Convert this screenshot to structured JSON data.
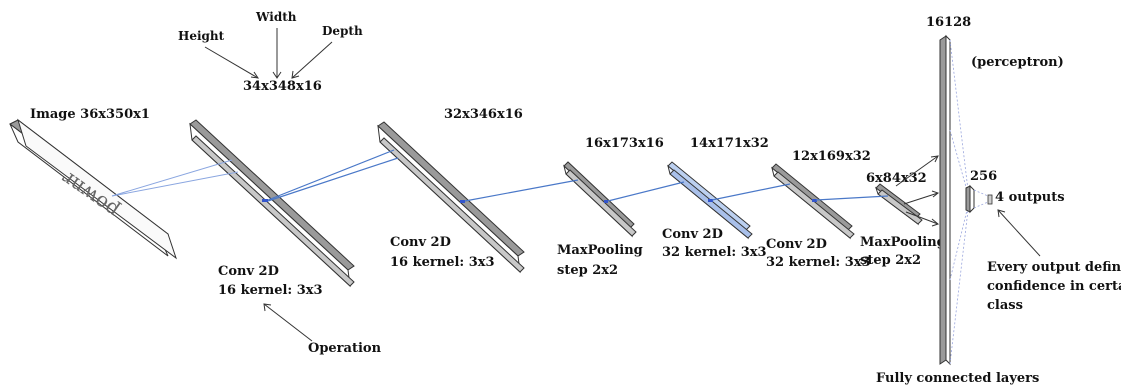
{
  "labels": {
    "input": "Image 36x350x1",
    "conv1_shape": "34x348x16",
    "height": "Height",
    "width": "Width",
    "depth": "Depth",
    "conv1_op_line1": "Conv 2D",
    "conv1_op_line2": "16 kernel: 3x3",
    "operation": "Operation",
    "conv2_shape": "32x346x16",
    "conv2_op_line1": "Conv 2D",
    "conv2_op_line2": "16 kernel: 3x3",
    "pool1_shape": "16x173x16",
    "pool1_op_line1": "MaxPooling",
    "pool1_op_line2": "step 2x2",
    "conv3_shape": "14x171x32",
    "conv3_op_line1": "Conv 2D",
    "conv3_op_line2": "32 kernel: 3x3",
    "conv4_shape": "12x169x32",
    "conv4_op_line1": "Conv 2D",
    "conv4_op_line2": "32 kernel: 3x3",
    "pool2_shape": "6x84x32",
    "pool2_op_line1": "MaxPooling",
    "pool2_op_line2": "step 2x2",
    "fc_size": "16128",
    "perceptron": "(perceptron)",
    "hidden_size": "256",
    "outputs": "4 outputs",
    "fc_caption": "Fully connected layers",
    "output_note_line1": "Every output defines",
    "output_note_line2": "confidence in certain",
    "output_note_line3": "class",
    "input_image_text": "pownr"
  },
  "colors": {
    "connection": "#4a78c8",
    "dashed": "#9aa6dd",
    "marker": "#3355cc",
    "input_text": "#666666",
    "input_highlight": "#cc3333"
  }
}
